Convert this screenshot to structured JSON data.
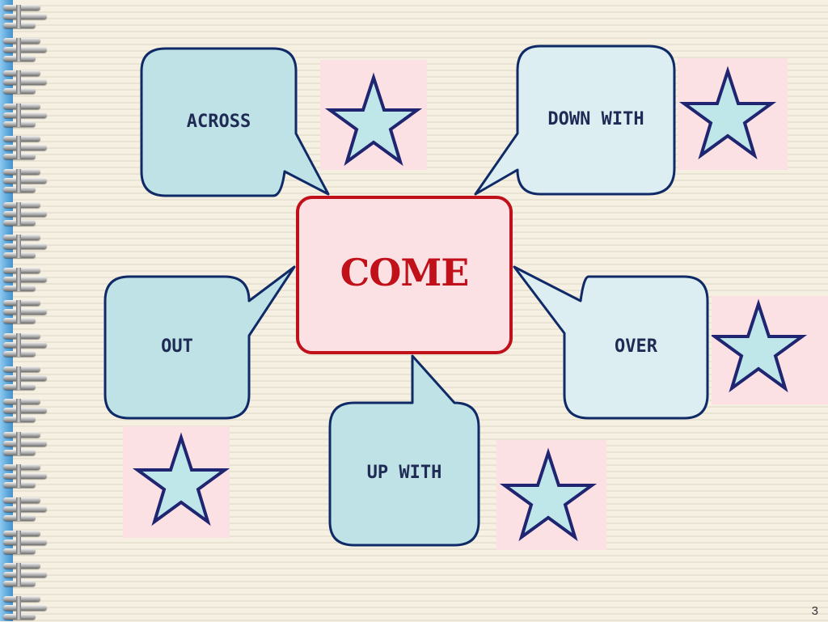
{
  "slide": {
    "center_word": "COME",
    "bubbles": {
      "across": "ACROSS",
      "down_with": "DOWN WITH",
      "out": "OUT",
      "over": "OVER",
      "up_with": "UP WITH"
    },
    "page_number": "3"
  },
  "colors": {
    "background": "#f6f0e2",
    "bubble_fill_light": "#dceef2",
    "bubble_fill": "#bfe2e6",
    "bubble_stroke": "#0f2a66",
    "center_fill": "#fbe1e4",
    "center_stroke": "#c0101a",
    "center_text": "#c0101a",
    "star_fill": "#bfe6e8",
    "star_stroke": "#1f2570",
    "star_tile": "#fbe1e4",
    "binding": "#5ea8dc"
  },
  "icons": {
    "star": "star-icon",
    "binding": "spiral-binding-icon"
  }
}
